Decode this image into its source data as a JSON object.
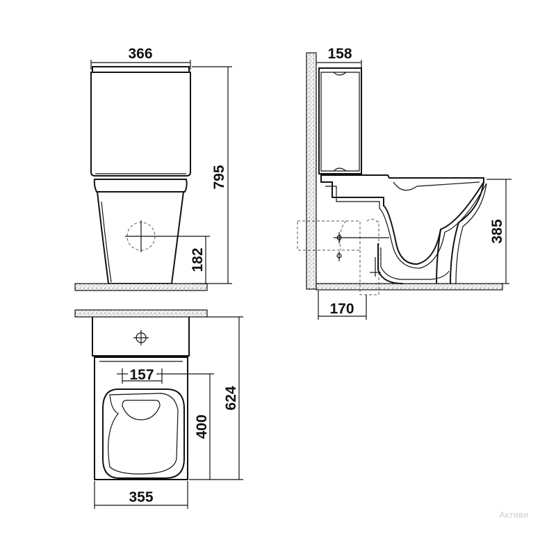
{
  "front_view": {
    "width_label": "366",
    "height_label": "795",
    "inlet_height_label": "182"
  },
  "side_view": {
    "tank_depth_label": "158",
    "seat_height_label": "385",
    "outlet_offset_label": "170"
  },
  "top_view": {
    "bolt_spacing_label": "157",
    "length_label": "624",
    "fixing_distance_label": "400",
    "width_label": "355"
  },
  "watermark": "Активи"
}
